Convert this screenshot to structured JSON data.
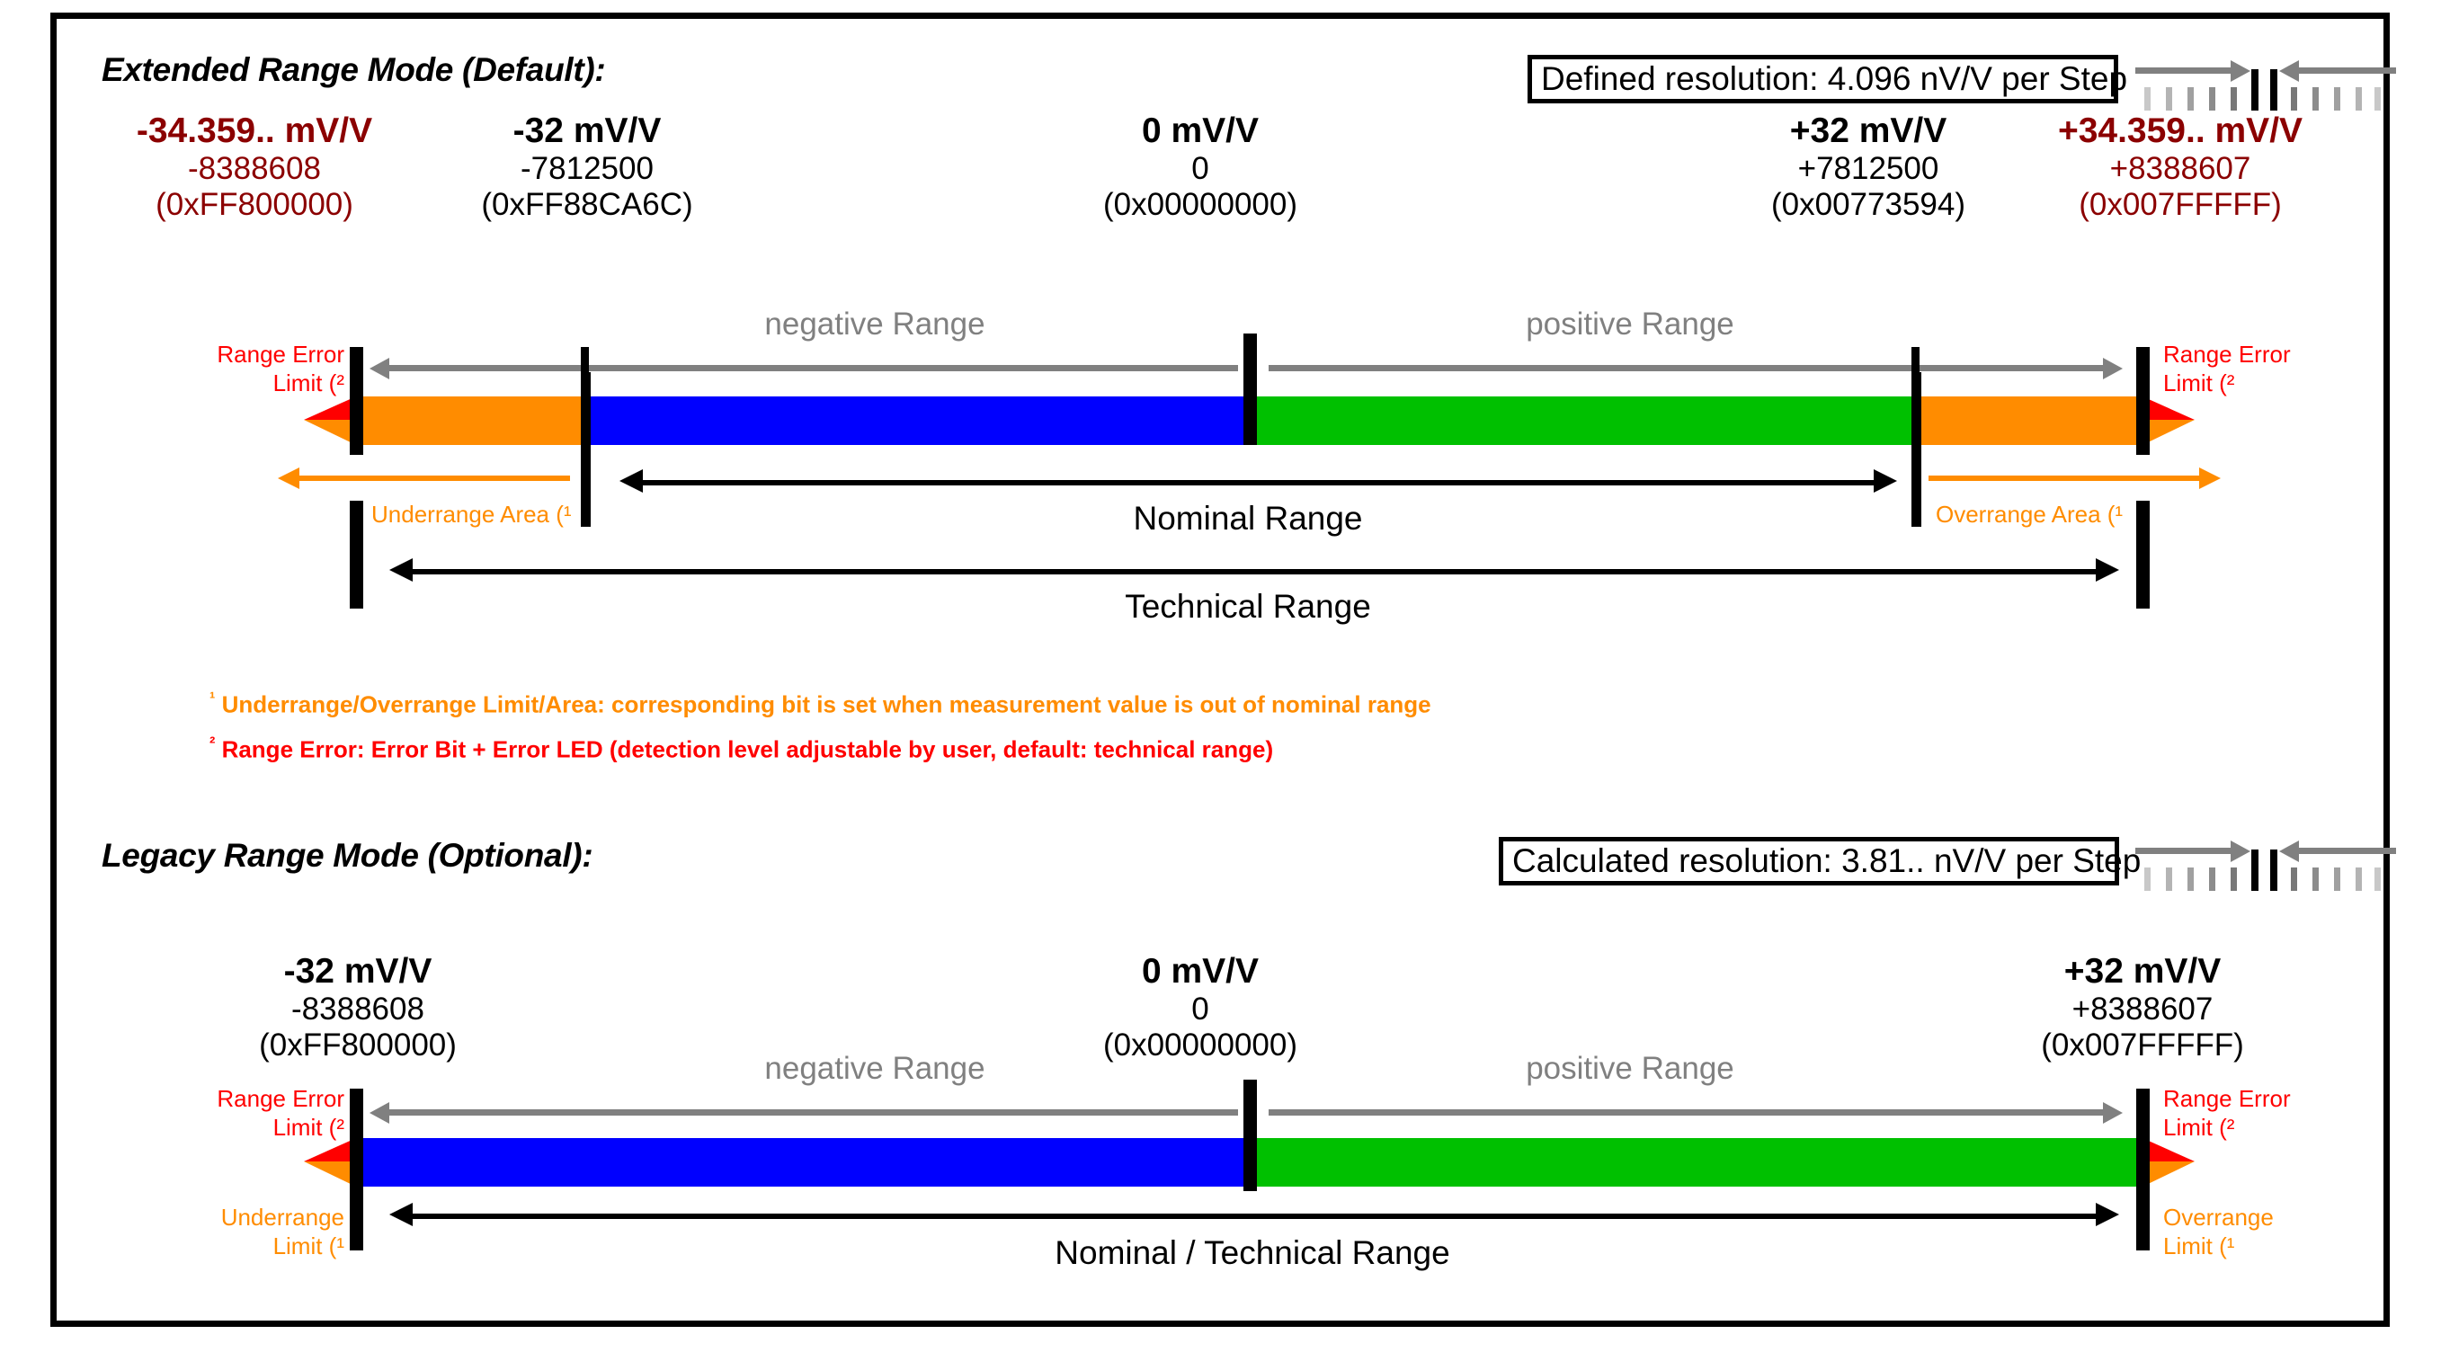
{
  "colors": {
    "underrange_overrange": "#FF8C00",
    "negative_range": "#0000FF",
    "positive_range": "#00C000",
    "range_error": "#FF0000",
    "limit_label": "#8B0000",
    "arrow_gray": "#808080"
  },
  "extended": {
    "title": "Extended Range Mode (Default):",
    "resolution_box": "Defined resolution: 4.096 nV/V per Step",
    "points": [
      {
        "mv": "-34.359.. mV/V",
        "dec": "-8388608",
        "hex": "(0xFF800000)",
        "color": "dark-red"
      },
      {
        "mv": "-32 mV/V",
        "dec": "-7812500",
        "hex": "(0xFF88CA6C)",
        "color": "black"
      },
      {
        "mv": "0 mV/V",
        "dec": "0",
        "hex": "(0x00000000)",
        "color": "black"
      },
      {
        "mv": "+32 mV/V",
        "dec": "+7812500",
        "hex": "(0x00773594)",
        "color": "black"
      },
      {
        "mv": "+34.359.. mV/V",
        "dec": "+8388607",
        "hex": "(0x007FFFFF)",
        "color": "dark-red"
      }
    ],
    "negative_range_label": "negative Range",
    "positive_range_label": "positive Range",
    "range_error_left": "Range Error\nLimit (²",
    "range_error_left_l1": "Range Error",
    "range_error_left_l2": "Limit (²",
    "range_error_right_l1": "Range Error",
    "range_error_right_l2": "Limit (²",
    "underrange_area": "Underrange Area (¹",
    "overrange_area": "Overrange Area (¹",
    "nominal_range": "Nominal Range",
    "technical_range": "Technical Range"
  },
  "footnotes": [
    {
      "marker": "¹",
      "text": "Underrange/Overrange Limit/Area: corresponding bit is set when measurement value is out of nominal range",
      "color": "orange"
    },
    {
      "marker": "²",
      "text": "Range Error: Error Bit + Error LED (detection level adjustable by user, default: technical range)",
      "color": "red"
    }
  ],
  "legacy": {
    "title": "Legacy Range Mode (Optional):",
    "resolution_box": "Calculated resolution: 3.81.. nV/V per Step",
    "points": [
      {
        "mv": "-32 mV/V",
        "dec": "-8388608",
        "hex": "(0xFF800000)",
        "color": "black"
      },
      {
        "mv": "0 mV/V",
        "dec": "0",
        "hex": "(0x00000000)",
        "color": "black"
      },
      {
        "mv": "+32 mV/V",
        "dec": "+8388607",
        "hex": "(0x007FFFFF)",
        "color": "black"
      }
    ],
    "negative_range_label": "negative Range",
    "positive_range_label": "positive Range",
    "range_error_left_l1": "Range Error",
    "range_error_left_l2": "Limit (²",
    "range_error_right_l1": "Range Error",
    "range_error_right_l2": "Limit (²",
    "underrange_limit_l1": "Underrange",
    "underrange_limit_l2": "Limit (¹",
    "overrange_limit_l1": "Overrange",
    "overrange_limit_l2": "Limit (¹",
    "nominal_technical_range": "Nominal / Technical Range"
  },
  "icons": {
    "resolution_ticks": "resolution-ticks-icon"
  }
}
